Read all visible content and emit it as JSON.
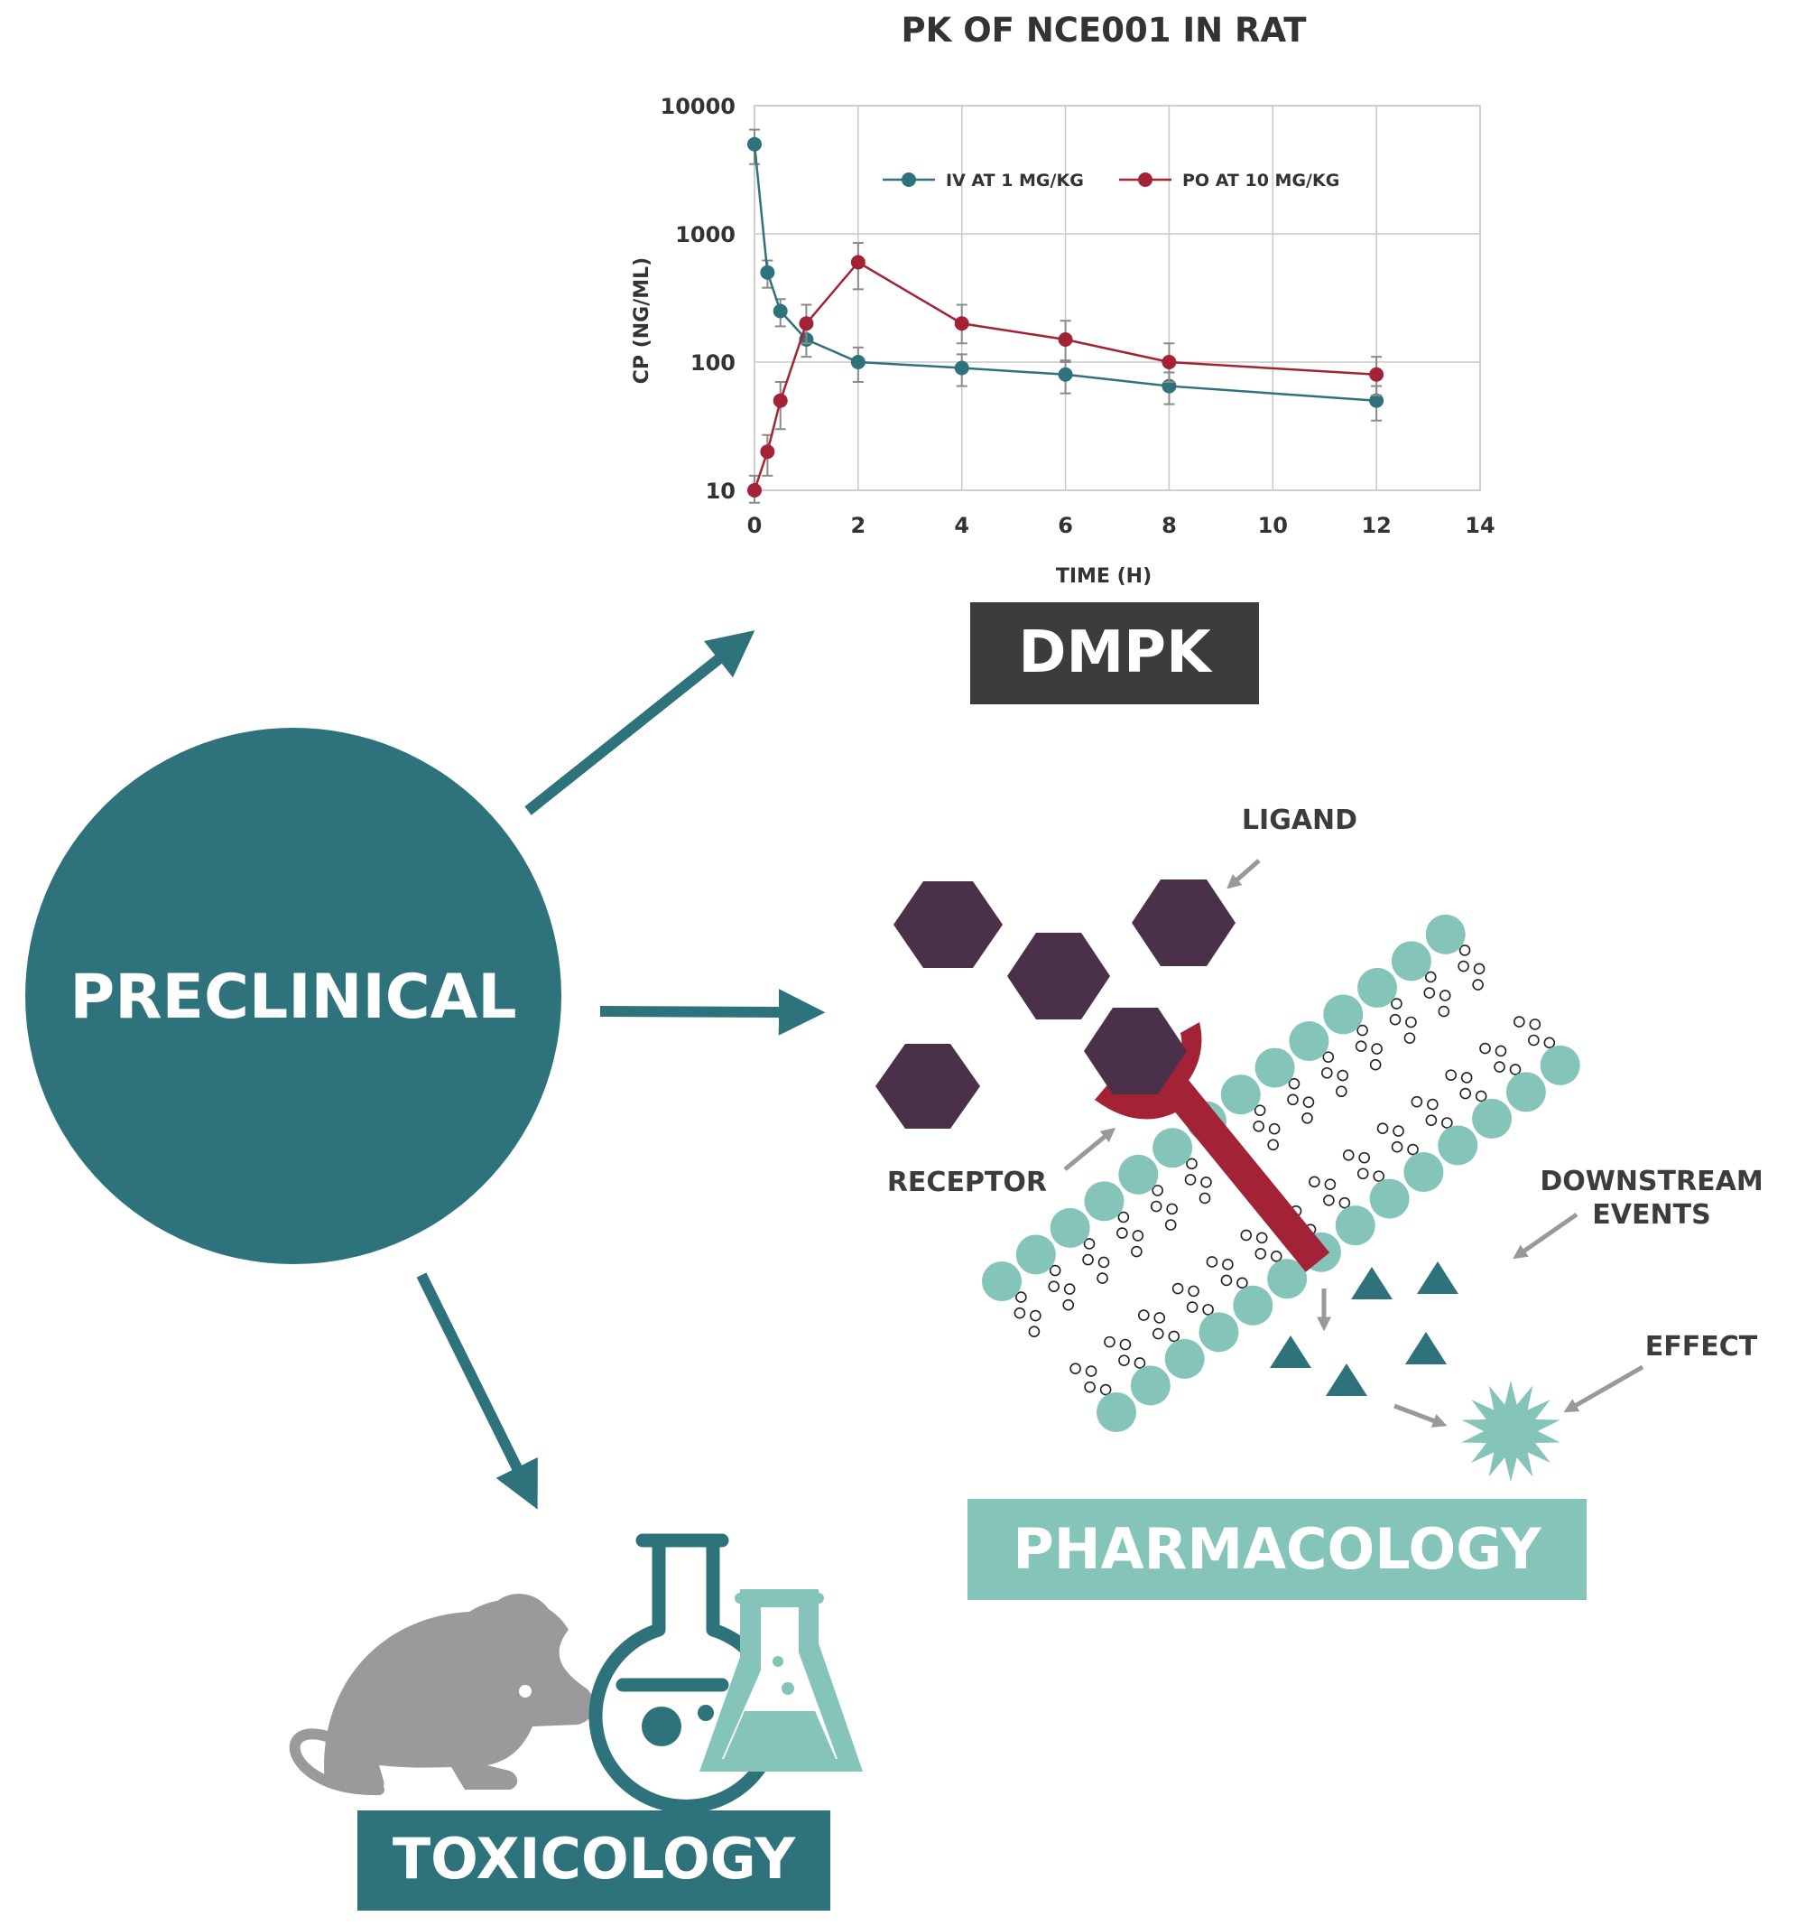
{
  "colors": {
    "teal": "#2e737c",
    "light_teal": "#84c4b9",
    "dark_gray": "#3c3c3c",
    "purple": "#4a3048",
    "red": "#a32235",
    "gray_arrow": "#999999",
    "mouse_gray": "#9a9a9c",
    "grid": "#c8c8c8",
    "error_bar": "#8a8a8a"
  },
  "preclinical": {
    "label": "PRECLINICAL"
  },
  "dmpk": {
    "label": "DMPK"
  },
  "pharmacology": {
    "label": "PHARMACOLOGY",
    "ligand_label": "LIGAND",
    "receptor_label": "RECEPTOR",
    "downstream_label_1": "DOWNSTREAM",
    "downstream_label_2": "EVENTS",
    "effect_label": "EFFECT"
  },
  "toxicology": {
    "label": "TOXICOLOGY",
    "icons": [
      "mouse-icon",
      "round-flask-icon",
      "conical-flask-icon"
    ]
  },
  "chart_data": {
    "type": "line",
    "title": "PK OF NCE001 IN RAT",
    "xlabel": "TIME (H)",
    "ylabel": "CP (NG/ML)",
    "xlim": [
      0,
      14
    ],
    "ylim": [
      10,
      10000
    ],
    "yscale": "log",
    "grid": true,
    "legend": "top-center",
    "xticks": [
      "0",
      "2",
      "4",
      "6",
      "8",
      "10",
      "12",
      "14"
    ],
    "yticks": [
      "10",
      "100",
      "1000",
      "10000"
    ],
    "series": [
      {
        "name": "IV AT 1 MG/KG",
        "color": "#2e737c",
        "x": [
          0,
          0.25,
          0.5,
          1,
          2,
          4,
          6,
          8,
          12
        ],
        "y": [
          5000,
          500,
          250,
          150,
          100,
          90,
          80,
          65,
          50
        ],
        "err_low": [
          3500,
          380,
          190,
          110,
          70,
          65,
          57,
          47,
          35
        ],
        "err_high": [
          6500,
          620,
          310,
          190,
          130,
          115,
          103,
          83,
          65
        ]
      },
      {
        "name": "PO AT 10 MG/KG",
        "color": "#a32235",
        "x": [
          0,
          0.25,
          0.5,
          1,
          2,
          4,
          6,
          8,
          12
        ],
        "y": [
          10,
          20,
          50,
          200,
          600,
          200,
          150,
          100,
          80
        ],
        "err_low": [
          8,
          13,
          30,
          140,
          370,
          140,
          100,
          70,
          55
        ],
        "err_high": [
          13,
          27,
          70,
          280,
          850,
          280,
          210,
          140,
          110
        ]
      }
    ]
  }
}
